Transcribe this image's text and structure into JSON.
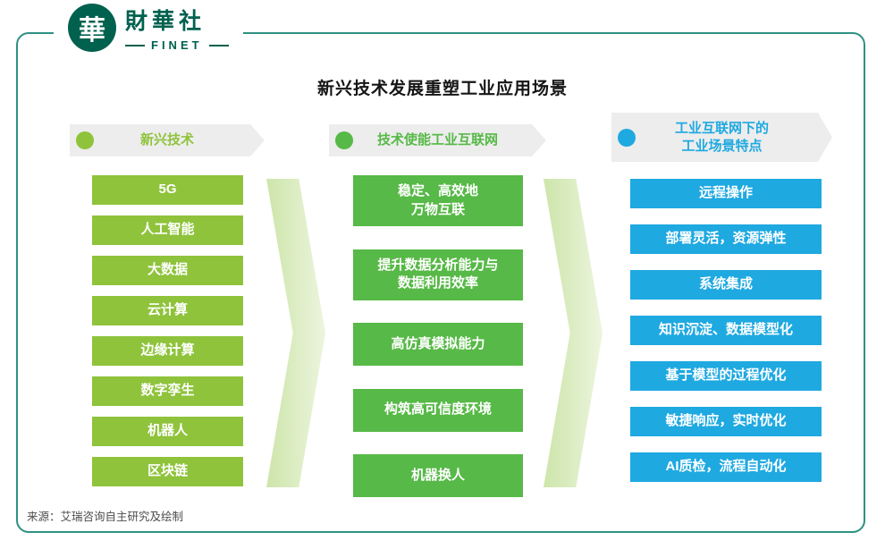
{
  "logo": {
    "glyph": "華",
    "name": "財華社",
    "subname": "FINET"
  },
  "title": "新兴技术发展重塑工业应用场景",
  "source": "来源：艾瑞咨询自主研究及绘制",
  "colors": {
    "col1_green": "#8fc33c",
    "col2_green": "#57b947",
    "col3_blue": "#1fa9e1",
    "header_gray": "#ededed",
    "chevron_green": "#cde5aa",
    "frame_teal": "#2f9183",
    "logo_green": "#00614e"
  },
  "columns": [
    {
      "header": "新兴技术",
      "items": [
        "5G",
        "人工智能",
        "大数据",
        "云计算",
        "边缘计算",
        "数字孪生",
        "机器人",
        "区块链"
      ]
    },
    {
      "header": "技术使能工业互联网",
      "items": [
        "稳定、高效地\n万物互联",
        "提升数据分析能力与\n数据利用效率",
        "高仿真模拟能力",
        "构筑高可信度环境",
        "机器换人"
      ]
    },
    {
      "header": "工业互联网下的\n工业场景特点",
      "items": [
        "远程操作",
        "部署灵活，资源弹性",
        "系统集成",
        "知识沉淀、数据模型化",
        "基于模型的过程优化",
        "敏捷响应，实时优化",
        "AI质检，流程自动化"
      ]
    }
  ]
}
